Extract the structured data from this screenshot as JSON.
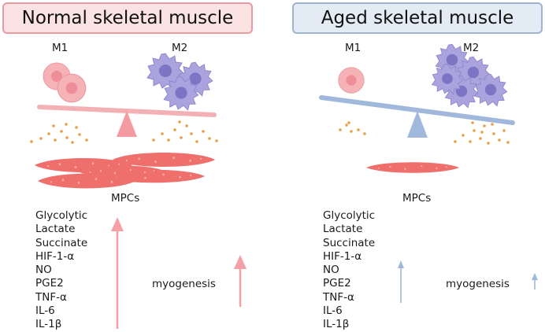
{
  "panels": {
    "normal": {
      "title": "Normal skeletal muscle",
      "m1_label": "M1",
      "m2_label": "M2",
      "mpc_label": "MPCs",
      "markers": [
        "Glycolytic",
        "Lactate",
        "Succinate",
        "HIF-1-α",
        "NO",
        "PGE2",
        "TNF-α",
        "IL-6",
        "IL-1β"
      ],
      "myogenesis_label": "myogenesis"
    },
    "aged": {
      "title": "Aged skeletal muscle",
      "m1_label": "M1",
      "m2_label": "M2",
      "mpc_label": "MPCs",
      "markers": [
        "Glycolytic",
        "Lactate",
        "Succinate",
        "HIF-1-α",
        "NO",
        "PGE2",
        "TNF-α",
        "IL-6",
        "IL-1β"
      ],
      "myogenesis_label": "myogenesis"
    }
  },
  "colors": {
    "pink_accent": "#f4a0a6",
    "blue_accent": "#9fb8dc",
    "m1_cell": "#f6b3b7",
    "m2_cell": "#9d97d6",
    "muscle_fiber": "#ee6f6b",
    "dots": "#e6a048"
  },
  "icons": [
    "m1-macrophage-icon",
    "m2-macrophage-icon",
    "balance-scale-icon",
    "cytokine-dots-icon",
    "muscle-fiber-icon",
    "up-arrow-icon"
  ]
}
